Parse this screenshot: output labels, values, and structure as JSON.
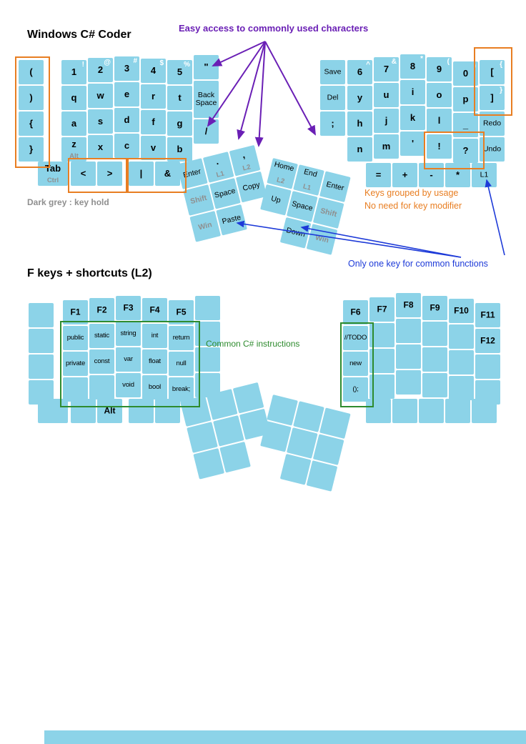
{
  "titles": {
    "layer1": "Windows C# Coder",
    "layer2": "F keys + shortcuts (L2)"
  },
  "notes": {
    "purple": "Easy access to commonly used characters",
    "hold": "Dark grey : key hold",
    "orange_line1": "Keys grouped by usage",
    "orange_line2": "No need for key modifier",
    "blue": "Only one key for common functions",
    "green": "Common C# instructions"
  },
  "colors": {
    "key": "#8CD3E8",
    "purple": "#6A1FB5",
    "orange": "#E87E22",
    "blue": "#1D3AD8",
    "green": "#2E8B2E",
    "hold_grey": "#8F8F8F"
  },
  "layer1": {
    "left": {
      "columns": [
        {
          "keys": [
            {
              "t": "("
            },
            {
              "t": ")"
            },
            {
              "t": "{"
            },
            {
              "t": "}"
            }
          ]
        },
        {
          "keys": [
            {
              "t": "1",
              "s": "!"
            },
            {
              "t": "q"
            },
            {
              "t": "a"
            },
            {
              "t": "z",
              "h": "Alt"
            }
          ]
        },
        {
          "keys": [
            {
              "t": "2",
              "s": "@"
            },
            {
              "t": "w"
            },
            {
              "t": "s"
            },
            {
              "t": "x"
            }
          ]
        },
        {
          "keys": [
            {
              "t": "3",
              "s": "#"
            },
            {
              "t": "e"
            },
            {
              "t": "d"
            },
            {
              "t": "c"
            }
          ]
        },
        {
          "keys": [
            {
              "t": "4",
              "s": "$"
            },
            {
              "t": "r"
            },
            {
              "t": "f"
            },
            {
              "t": "v"
            }
          ]
        },
        {
          "keys": [
            {
              "t": "5",
              "s": "%"
            },
            {
              "t": "t"
            },
            {
              "t": "g"
            },
            {
              "t": "b"
            }
          ]
        },
        {
          "keys": [
            {
              "t": "\""
            },
            {
              "t": "Back Space",
              "small": true
            },
            {
              "t": "/"
            }
          ]
        }
      ],
      "bottom": [
        {
          "t": "Tab",
          "h": "Ctrl"
        },
        {
          "t": "<"
        },
        {
          "t": ">"
        },
        {
          "t": "|"
        },
        {
          "t": "&"
        }
      ],
      "thumb": [
        [
          {
            "t": "Enter",
            "small": true
          },
          {
            "t": ".",
            "h": "L1"
          },
          {
            "t": ",",
            "h": "L2"
          }
        ],
        [
          {
            "t": "Shift",
            "hold": true
          },
          {
            "t": "Space",
            "small": true
          },
          {
            "t": "Copy",
            "small": true
          }
        ],
        [
          {
            "t": "Win",
            "hold": true
          },
          {
            "t": "Paste",
            "small": true
          },
          null
        ]
      ]
    },
    "right": {
      "columns": [
        {
          "keys": [
            {
              "t": "Save",
              "small": true
            },
            {
              "t": "Del",
              "small": true
            },
            {
              "t": ";"
            }
          ]
        },
        {
          "keys": [
            {
              "t": "6",
              "s": "^"
            },
            {
              "t": "y"
            },
            {
              "t": "h"
            },
            {
              "t": "n"
            }
          ]
        },
        {
          "keys": [
            {
              "t": "7",
              "s": "&"
            },
            {
              "t": "u"
            },
            {
              "t": "j"
            },
            {
              "t": "m"
            }
          ]
        },
        {
          "keys": [
            {
              "t": "8",
              "s": "*"
            },
            {
              "t": "i"
            },
            {
              "t": "k"
            },
            {
              "t": "'"
            }
          ]
        },
        {
          "keys": [
            {
              "t": "9",
              "s": "("
            },
            {
              "t": "o"
            },
            {
              "t": "l"
            },
            {
              "t": "!"
            }
          ]
        },
        {
          "keys": [
            {
              "t": "0",
              "s": ")"
            },
            {
              "t": "p"
            },
            {
              "t": "_"
            },
            {
              "t": "?"
            }
          ]
        },
        {
          "keys": [
            {
              "t": "[",
              "s": "{"
            },
            {
              "t": "]",
              "s": "}"
            },
            {
              "t": "Redo",
              "small": true
            },
            {
              "t": "Undo",
              "small": true
            }
          ]
        }
      ],
      "bottom": [
        {
          "t": "="
        },
        {
          "t": "+"
        },
        {
          "t": "-"
        },
        {
          "t": "*"
        },
        {
          "t": "L1",
          "small": true
        }
      ],
      "thumb": [
        [
          {
            "t": "Home",
            "h": "L2",
            "small": true
          },
          {
            "t": "End",
            "h": "L1",
            "small": true
          },
          {
            "t": "Enter",
            "small": true
          }
        ],
        [
          {
            "t": "Up",
            "small": true
          },
          {
            "t": "Space",
            "small": true
          },
          {
            "t": "Shift",
            "hold": true
          }
        ],
        [
          null,
          {
            "t": "Down",
            "small": true
          },
          {
            "t": "Win",
            "hold": true
          }
        ]
      ]
    }
  },
  "layer2": {
    "left": {
      "columns": [
        {
          "keys": [
            {},
            {},
            {},
            {}
          ]
        },
        {
          "keys": [
            {
              "t": "F1",
              "f": true
            },
            {
              "t": "public",
              "kw": true
            },
            {
              "t": "private",
              "kw": true
            },
            {}
          ]
        },
        {
          "keys": [
            {
              "t": "F2",
              "f": true
            },
            {
              "t": "static",
              "kw": true
            },
            {
              "t": "const",
              "kw": true
            },
            {}
          ]
        },
        {
          "keys": [
            {
              "t": "F3",
              "f": true
            },
            {
              "t": "string",
              "kw": true
            },
            {
              "t": "var",
              "kw": true
            },
            {
              "t": "void",
              "kw": true
            }
          ]
        },
        {
          "keys": [
            {
              "t": "F4",
              "f": true
            },
            {
              "t": "int",
              "kw": true
            },
            {
              "t": "float",
              "kw": true
            },
            {
              "t": "bool",
              "kw": true
            }
          ]
        },
        {
          "keys": [
            {
              "t": "F5",
              "f": true
            },
            {
              "t": "return",
              "kw": true
            },
            {
              "t": "null",
              "kw": true
            },
            {
              "t": "break;",
              "kw": true
            }
          ]
        },
        {
          "keys": [
            {},
            {},
            {},
            {}
          ]
        }
      ],
      "bottom": [
        {},
        {},
        {
          "t": "Alt",
          "f": true
        },
        {},
        {}
      ],
      "thumb": [
        [
          {},
          {},
          {}
        ],
        [
          {},
          {},
          {}
        ],
        [
          {},
          {},
          null
        ]
      ]
    },
    "right": {
      "columns": [
        {
          "keys": [
            {
              "t": "F6",
              "f": true
            },
            {
              "t": "//TODO",
              "kw": true
            },
            {
              "t": "new",
              "kw": true
            },
            {
              "t": "();",
              "kw": true
            }
          ]
        },
        {
          "keys": [
            {
              "t": "F7",
              "f": true
            },
            {},
            {},
            {}
          ]
        },
        {
          "keys": [
            {
              "t": "F8",
              "f": true
            },
            {},
            {},
            {}
          ]
        },
        {
          "keys": [
            {
              "t": "F9",
              "f": true
            },
            {},
            {},
            {}
          ]
        },
        {
          "keys": [
            {
              "t": "F10",
              "f": true
            },
            {},
            {},
            {}
          ]
        },
        {
          "keys": [
            {
              "t": "F11",
              "f": true
            },
            {
              "t": "F12",
              "f": true
            },
            {},
            {}
          ]
        }
      ],
      "bottom": [
        {},
        {},
        {},
        {},
        {}
      ],
      "thumb": [
        [
          {},
          {},
          {}
        ],
        [
          {},
          {},
          {}
        ],
        [
          null,
          {},
          {}
        ]
      ]
    }
  }
}
